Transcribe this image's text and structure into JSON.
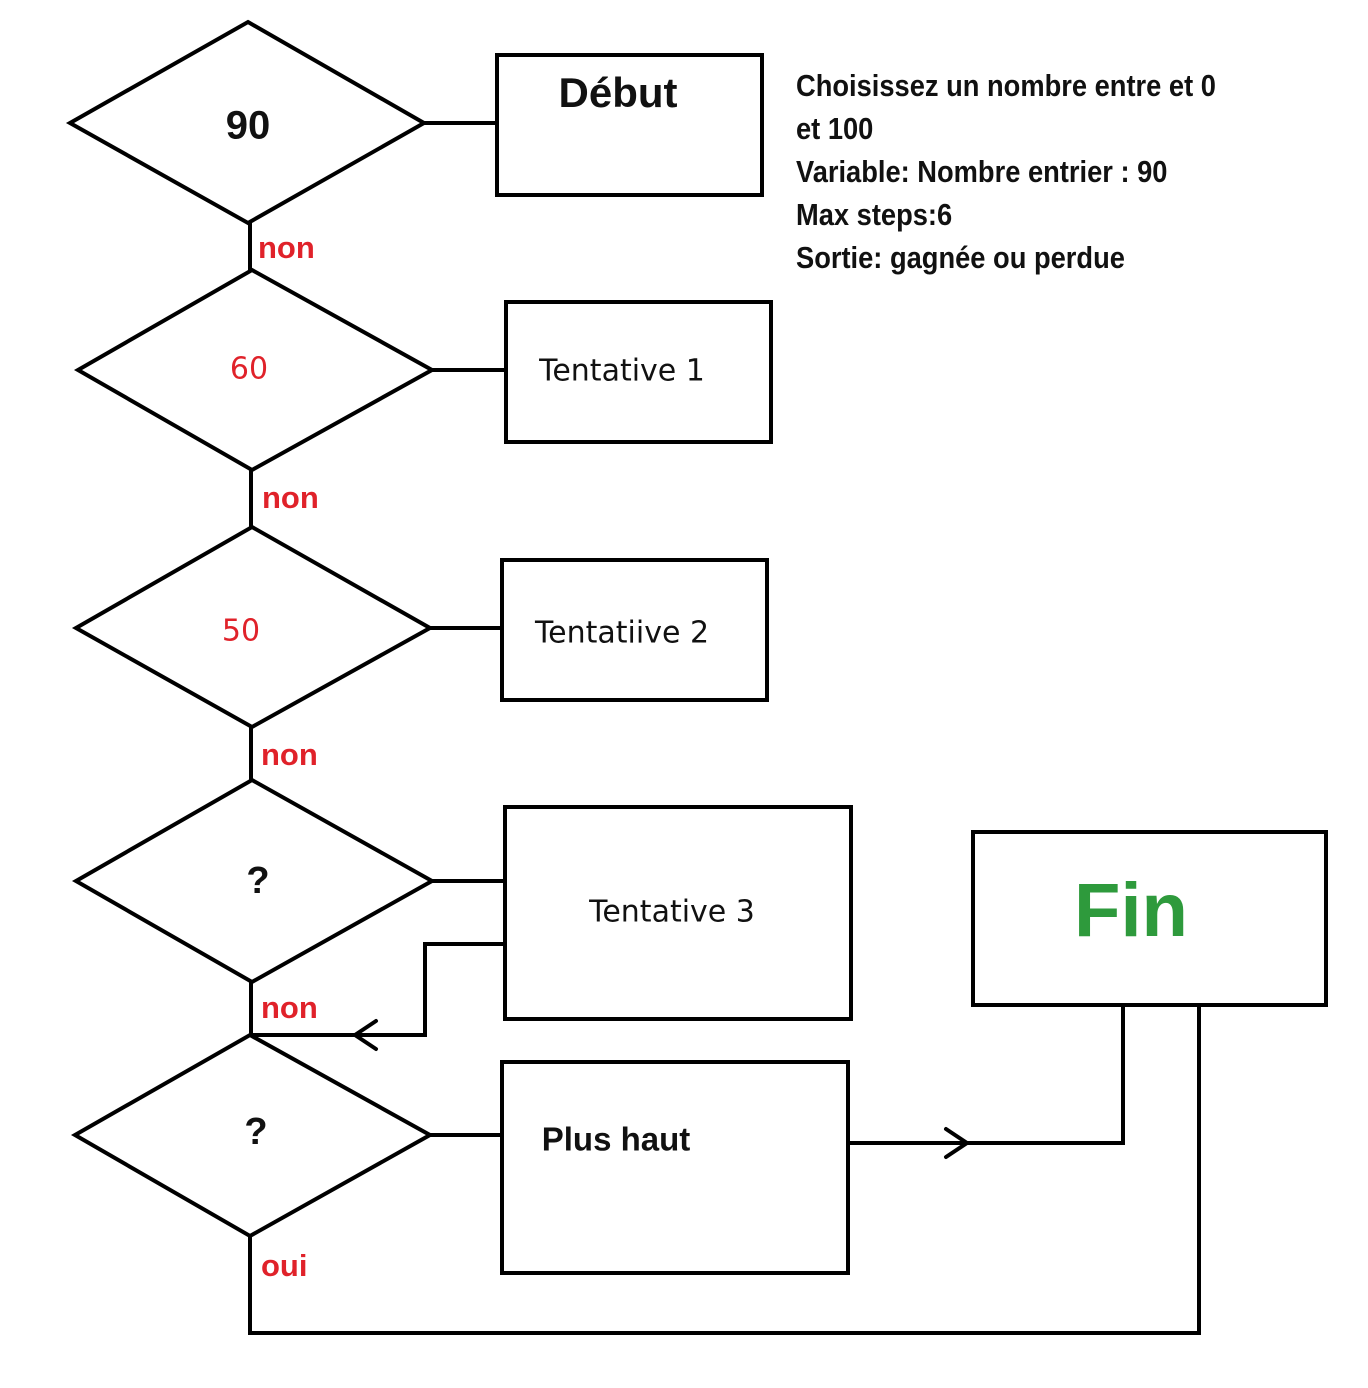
{
  "colors": {
    "stroke": "#000000",
    "label_red": "#e0222a",
    "fin_green": "#2e9a3c",
    "text": "#111111"
  },
  "diamonds": {
    "d1": "90",
    "d2": "60",
    "d3": "50",
    "d4": "?",
    "d5": "?"
  },
  "boxes": {
    "debut": "Début",
    "tentative1": "Tentative 1",
    "tentative2": "Tentatiive 2",
    "tentative3": "Tentative 3",
    "plus_haut": "Plus haut",
    "fin": "Fin"
  },
  "branch_labels": {
    "non1": "non",
    "non2": "non",
    "non3": "non",
    "non4": "non",
    "oui": "oui"
  },
  "info": {
    "line1": "Choisissez un nombre entre  et 0",
    "line2": "et 100",
    "line3": "Variable: Nombre entrier : 90",
    "line4": "Max steps:6",
    "line5": "Sortie: gagnée ou perdue"
  }
}
